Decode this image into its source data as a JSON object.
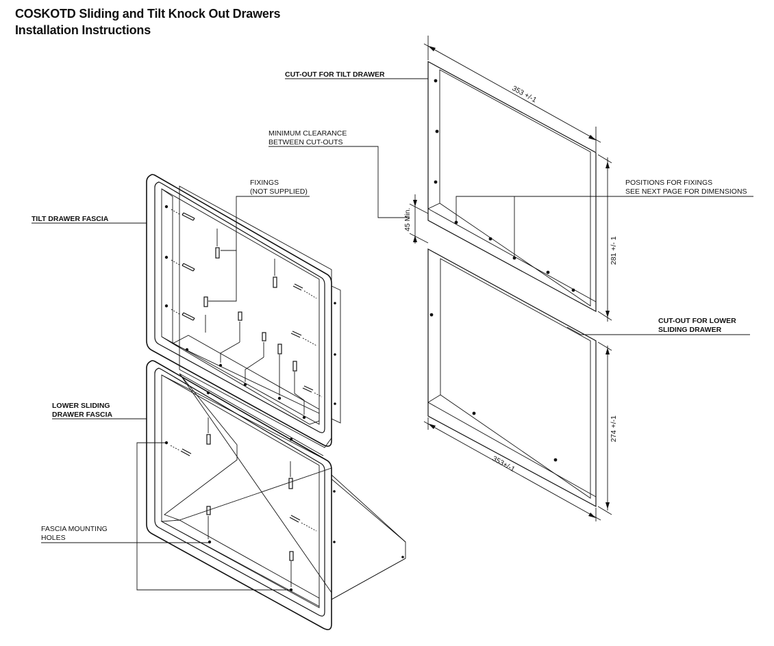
{
  "header": {
    "title_line1": "COSKOTD Sliding and Tilt Knock Out Drawers",
    "title_line2": "Installation Instructions"
  },
  "labels": {
    "cutout_tilt": "CUT-OUT FOR TILT DRAWER",
    "min_clearance_1": "MINIMUM CLEARANCE",
    "min_clearance_2": "BETWEEN CUT-OUTS",
    "fixings_1": "FIXINGS",
    "fixings_2": "(NOT SUPPLIED)",
    "tilt_fascia": "TILT DRAWER FASCIA",
    "positions_1": "POSITIONS FOR FIXINGS",
    "positions_2": "SEE NEXT PAGE FOR DIMENSIONS",
    "cutout_lower_1": "CUT-OUT FOR LOWER",
    "cutout_lower_2": "SLIDING DRAWER",
    "lower_fascia_1": "LOWER SLIDING",
    "lower_fascia_2": "DRAWER FASCIA",
    "mounting_1": "FASCIA MOUNTING",
    "mounting_2": "HOLES"
  },
  "dimensions": {
    "top_width": "353 +/-1",
    "top_height": "281 +/- 1",
    "clearance": "45 Min.",
    "bottom_height": "274 +/-1",
    "bottom_width": "353+/-1"
  }
}
